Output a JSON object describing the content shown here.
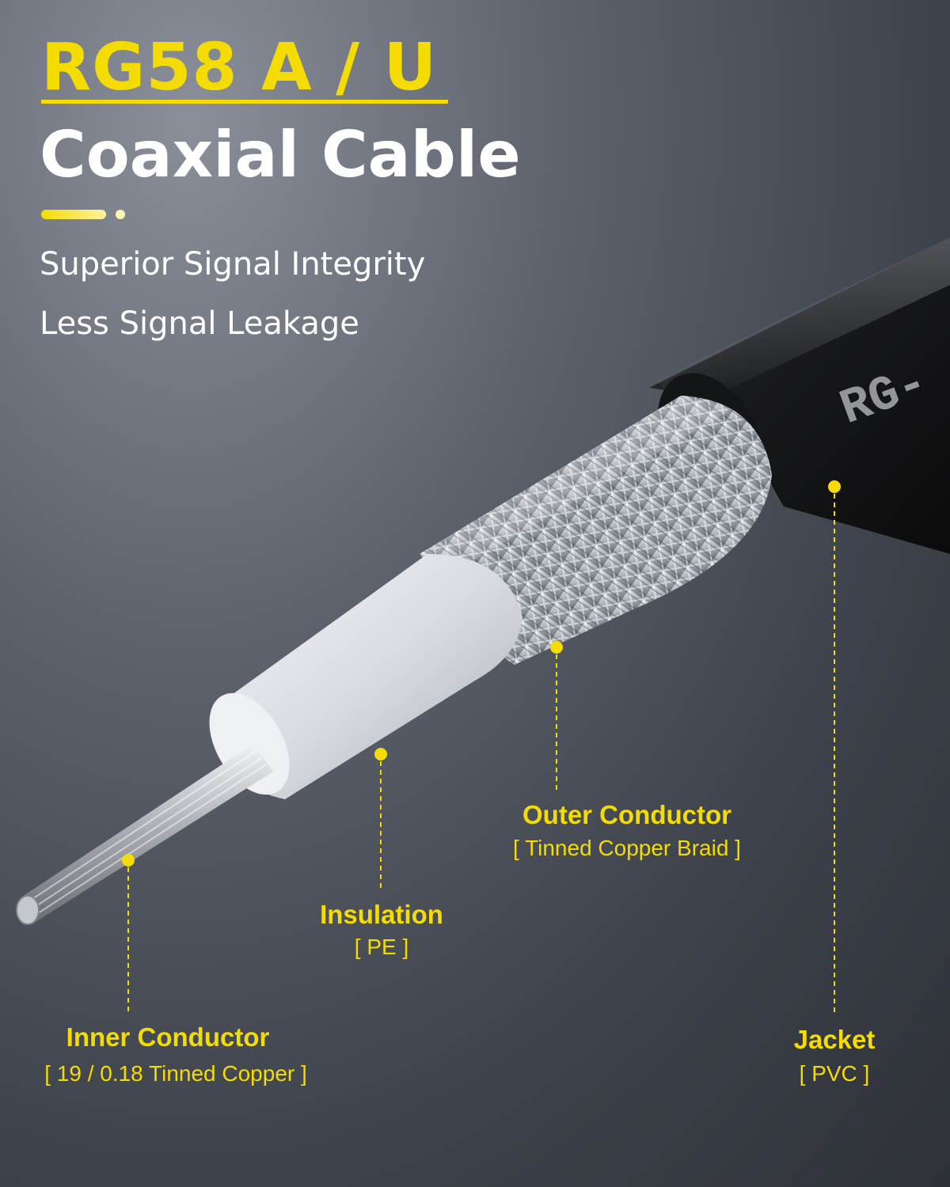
{
  "heading": {
    "model": "RG58 A / U",
    "product": "Coaxial Cable"
  },
  "features": [
    "Superior Signal Integrity",
    "Less Signal Leakage"
  ],
  "cable_print": "RG-",
  "callouts": [
    {
      "name": "Inner Conductor",
      "spec": "[ 19 / 0.18 Tinned Copper ]"
    },
    {
      "name": "Insulation",
      "spec": "[ PE ]"
    },
    {
      "name": "Outer Conductor",
      "spec": "[ Tinned Copper Braid ]"
    },
    {
      "name": "Jacket",
      "spec": "[ PVC ]"
    }
  ],
  "colors": {
    "accent": "#f5dc00",
    "text": "#ffffff",
    "background": "#4a4e56"
  }
}
